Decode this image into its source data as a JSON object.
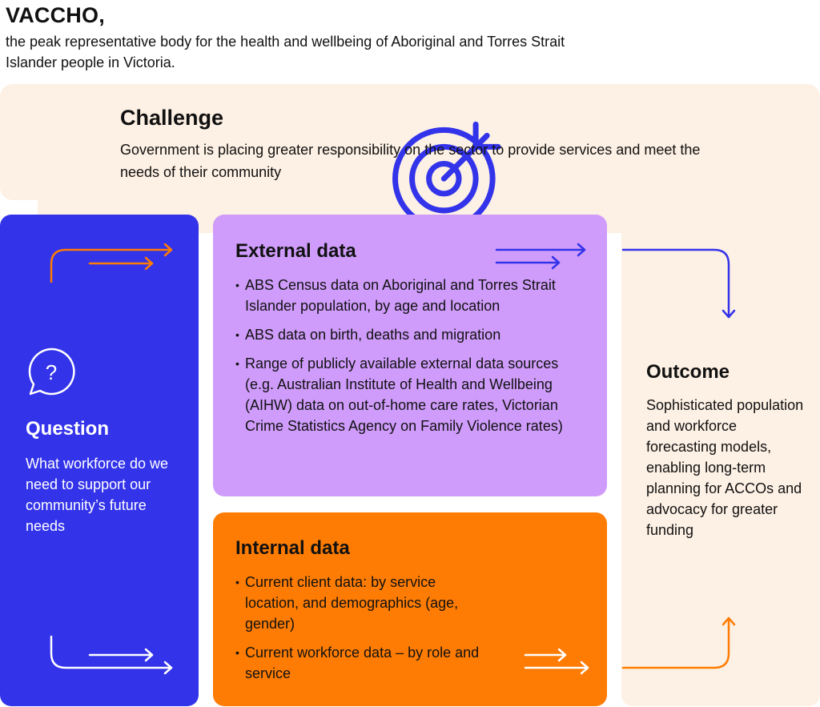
{
  "header": {
    "title": "VACCHO,",
    "subtitle": "the peak representative body for the health and wellbeing of Aboriginal and Torres Strait Islander people in Victoria."
  },
  "challenge": {
    "icon": "target-icon",
    "title": "Challenge",
    "body": "Government is placing greater responsibility on the sector to provide services and meet the needs of their community"
  },
  "question": {
    "icon": "question-bubble-icon",
    "title": "Question",
    "body": "What workforce do we need to support our community’s future needs"
  },
  "external": {
    "title": "External data",
    "items": [
      "ABS Census data on Aboriginal and Torres Strait Islander population, by age and location",
      "ABS data on birth, deaths and migration",
      "Range of publicly available external data sources (e.g. Australian Institute of Health and Wellbeing (AIHW) data on out-of-home care rates, Victorian Crime Statistics Agency on Family Violence rates)"
    ]
  },
  "internal": {
    "title": "Internal data",
    "items": [
      "Current client data: by service location, and demographics (age, gender)",
      "Current workforce data – by role and service"
    ]
  },
  "outcome": {
    "title": "Outcome",
    "body": "Sophisticated population and workforce forecasting models, enabling long-term planning for ACCOs and advocacy for greater funding"
  },
  "colors": {
    "question_bg": "#3333ea",
    "external_bg": "#cf9cfb",
    "internal_bg": "#fe7c03",
    "cream_bg": "#fdf0e4",
    "arrow_orange": "#fe7c03",
    "arrow_blue": "#3333ea",
    "arrow_white": "#ffffff"
  }
}
